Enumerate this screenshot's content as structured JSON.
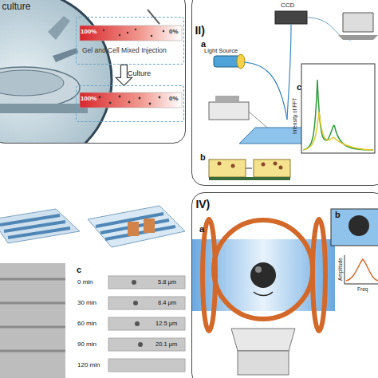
{
  "diagram": {
    "nodes": [
      {
        "text": [
          "culture"
        ]
      },
      {
        "text": [
          "100%",
          "0%",
          "Gel and Cell Mixed Injection"
        ],
        "in": 0
      },
      {
        "text": [
          "100%",
          "0%"
        ],
        "in": 0
      },
      {
        "text": [
          "II)"
        ]
      },
      {
        "text": [
          "IV)"
        ]
      }
    ],
    "edges": [
      {
        "from": 1,
        "to": 2,
        "label": "Culture",
        "arrow": "to"
      }
    ],
    "labels": [
      "a",
      "Light Source",
      "CCD",
      "b",
      "c",
      "Intensity of FFT",
      "c",
      "0 min",
      "5.8 μm",
      "30 min",
      "8.4 μm",
      "60 min",
      "12.5 μm",
      "90 min",
      "20.1 μm",
      "120 min",
      "a",
      "b",
      "Amplitude",
      "Freq"
    ]
  }
}
